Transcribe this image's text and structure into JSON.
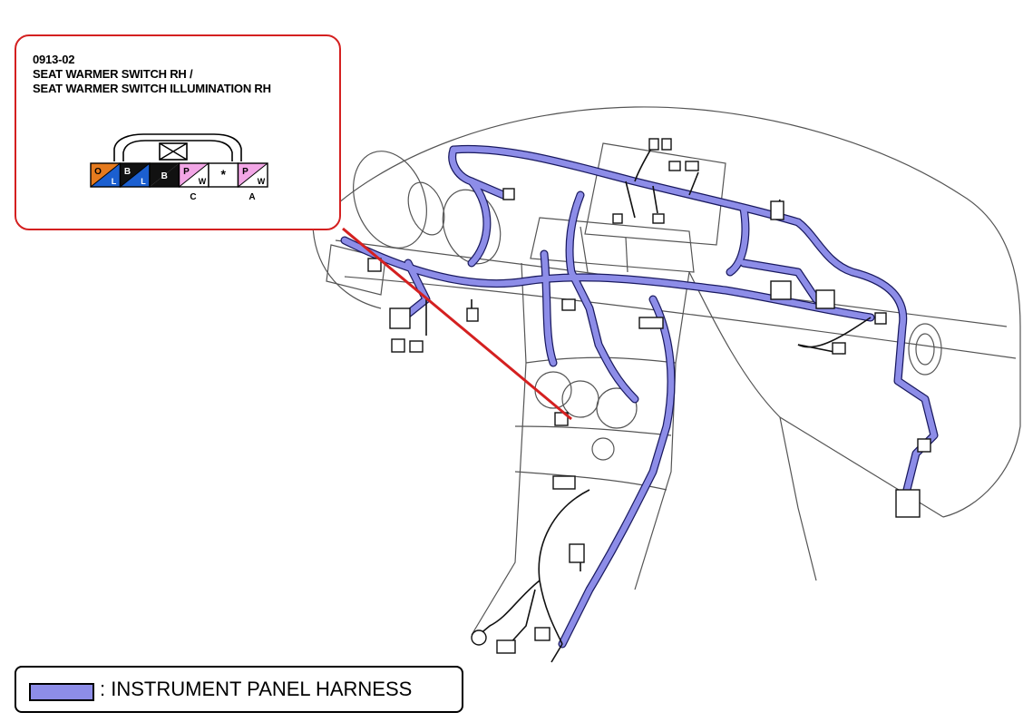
{
  "callout": {
    "code": "0913-02",
    "line1": "SEAT WARMER SWITCH RH /",
    "line2": "SEAT WARMER SWITCH ILLUMINATION RH",
    "pins": [
      {
        "top": "O",
        "bottom": "L",
        "color_top": "#e57a1e",
        "color_bottom": "#1b5fd0"
      },
      {
        "top": "B",
        "bottom": "L",
        "color_top": "#111111",
        "color_bottom": "#1b5fd0"
      },
      {
        "top": "B",
        "bottom": "",
        "color_top": "#111111",
        "color_bottom": "#111111"
      },
      {
        "top": "P",
        "bottom": "W",
        "color_top": "#f2a6e6",
        "color_bottom": "#ffffff"
      },
      {
        "top": "*",
        "bottom": "",
        "color_top": "#ffffff",
        "color_bottom": "#ffffff"
      },
      {
        "top": "P",
        "bottom": "W",
        "color_top": "#f2a6e6",
        "color_bottom": "#ffffff"
      }
    ],
    "pin_labels": {
      "c": "C",
      "a": "A"
    }
  },
  "legend": {
    "label": ": INSTRUMENT PANEL HARNESS",
    "swatch_color": "#8d8de8"
  },
  "colors": {
    "harness": "#8d8de8",
    "callout_border": "#d42020",
    "leader_line": "#d42020"
  }
}
